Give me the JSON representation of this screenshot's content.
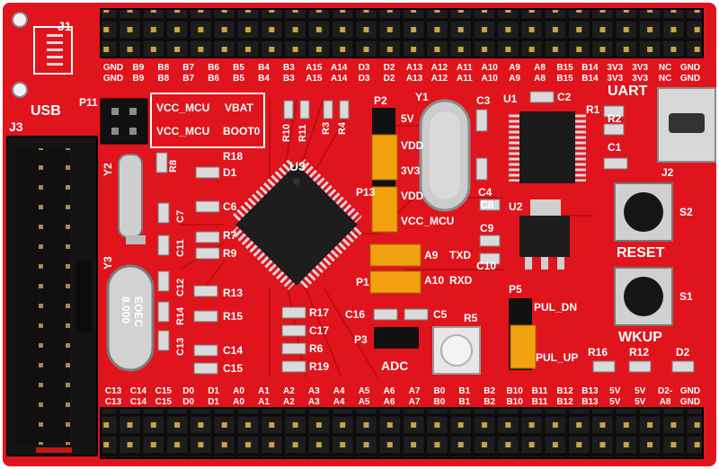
{
  "board": {
    "colors": {
      "pcb": "#e0141c",
      "pcb_dark": "#b50c12",
      "header": "#151515",
      "pin": "#c9a24a",
      "silk": "#ffffff",
      "jumper": "#f1a10f",
      "chip": "#1b1b1b",
      "crystal": "#cfcfcf"
    },
    "top_header": {
      "designator": "J1",
      "row1": [
        "GND",
        "B9",
        "B8",
        "B7",
        "B6",
        "B5",
        "B4",
        "B3",
        "A15",
        "A14",
        "D3",
        "D2",
        "A13",
        "A12",
        "A11",
        "A10",
        "A9",
        "A8",
        "B15",
        "B14",
        "3V3",
        "3V3",
        "NC",
        "GND"
      ],
      "row2": [
        "GND",
        "B9",
        "B8",
        "B7",
        "B6",
        "B5",
        "B4",
        "B3",
        "A15",
        "A14",
        "D3",
        "D2",
        "A13",
        "A12",
        "A11",
        "A10",
        "A9",
        "A8",
        "B15",
        "B14",
        "3V3",
        "3V3",
        "NC",
        "GND"
      ]
    },
    "bottom_header": {
      "row1": [
        "C13",
        "C14",
        "C15",
        "D0",
        "D1",
        "A0",
        "A1",
        "A2",
        "A3",
        "A4",
        "A5",
        "A6",
        "A7",
        "B0",
        "B1",
        "B2",
        "B10",
        "B11",
        "B12",
        "B13",
        "5V",
        "5V",
        "D2-",
        "GND"
      ],
      "row2": [
        "C13",
        "C14",
        "C15",
        "D0",
        "D1",
        "A0",
        "A1",
        "A2",
        "A3",
        "A4",
        "A5",
        "A6",
        "A7",
        "B0",
        "B1",
        "B2",
        "B10",
        "B11",
        "B12",
        "B13",
        "5V",
        "5V",
        "A8",
        "GND"
      ]
    },
    "labels": {
      "j1": "J1",
      "usb": "USB",
      "p11": "P11",
      "j3": "J3",
      "vcc_mcu_1": "VCC_MCU",
      "vbat": "VBAT",
      "vcc_mcu_2": "VCC_MCU",
      "boot0": "BOOT0",
      "y2": "Y2",
      "y3": "Y3",
      "y1": "Y1",
      "u3": "U3",
      "u1": "U1",
      "u2": "U2",
      "uart": "UART",
      "j2": "J2",
      "p2": "P2",
      "v5": "5V",
      "vdd1": "VDD",
      "v3v3": "3V3",
      "p13": "P13",
      "vdd2": "VDD",
      "vcc_mcu_3": "VCC_MCU",
      "a9": "A9",
      "txd": "TXD",
      "p1": "P1",
      "a10": "A10",
      "rxd": "RXD",
      "p5": "P5",
      "pul_dn": "PUL_DN",
      "pul_up": "PUL_UP",
      "p3": "P3",
      "adc": "ADC",
      "r5": "R5",
      "reset": "RESET",
      "s2": "S2",
      "wkup": "WKUP",
      "s1": "S1",
      "r16": "R16",
      "r12": "R12",
      "d2": "D2",
      "c1": "C1",
      "r1": "R1",
      "r2": "R2",
      "c2": "C2",
      "c3": "C3",
      "c4": "C4",
      "c8": "C8",
      "c9": "C9",
      "c10": "C10",
      "c5": "C5",
      "c16": "C16",
      "r18": "R18",
      "d1": "D1",
      "r8": "R8",
      "c6": "C6",
      "c7": "C7",
      "r7": "R7",
      "c11": "C11",
      "r9": "R9",
      "r13": "R13",
      "c12": "C12",
      "r14": "R14",
      "r15": "R15",
      "c13": "C13",
      "c14": "C14",
      "c15": "C15",
      "r17": "R17",
      "c17": "C17",
      "r6": "R6",
      "r19": "R19",
      "r10": "R10",
      "r11": "R11",
      "r3": "R3",
      "r4": "R4",
      "crystal_y3_line1": "EOEC",
      "crystal_y3_line2": "8.000"
    }
  }
}
